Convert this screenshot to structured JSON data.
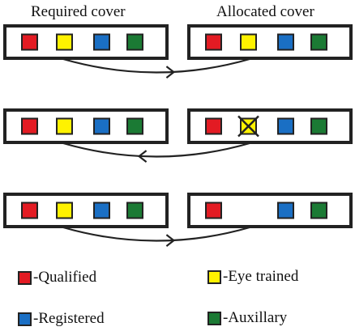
{
  "headers": {
    "required": "Required cover",
    "allocated": "Allocated cover"
  },
  "colors": {
    "qualified": "#e31b23",
    "eye_trained": "#fff200",
    "registered": "#1a6fc4",
    "auxillary": "#1b7a34",
    "outline": "#222222"
  },
  "rows": [
    {
      "required": [
        "qualified",
        "eye_trained",
        "registered",
        "auxillary"
      ],
      "allocated": [
        "qualified",
        "eye_trained",
        "registered",
        "auxillary"
      ],
      "arrow": "left-to-right"
    },
    {
      "required": [
        "qualified",
        "eye_trained",
        "registered",
        "auxillary"
      ],
      "allocated": [
        "qualified",
        "eye_trained-crossed",
        "registered",
        "auxillary"
      ],
      "arrow": "right-to-left"
    },
    {
      "required": [
        "qualified",
        "eye_trained",
        "registered",
        "auxillary"
      ],
      "allocated": [
        "qualified",
        "empty",
        "registered",
        "auxillary"
      ],
      "arrow": "left-to-right"
    }
  ],
  "legend": {
    "qualified": "-Qualified",
    "eye_trained": "-Eye trained",
    "registered": "-Registered",
    "auxillary": "-Auxillary"
  }
}
